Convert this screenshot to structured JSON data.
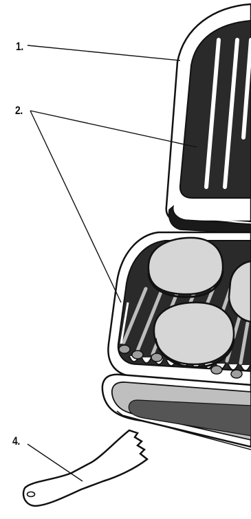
{
  "callouts": [
    {
      "label": "1.",
      "part": "lid"
    },
    {
      "label": "2.",
      "part": "grill-plates"
    },
    {
      "label": "4.",
      "part": "spatula"
    }
  ],
  "colors": {
    "line": "#111111",
    "plate": "#2a2a2a",
    "burger": "#d6d6d6",
    "housing": "#ffffff",
    "tray_inner": "#bfbfbf",
    "tray_slot": "#555555"
  },
  "icons": {
    "appliance": "contact-grill-illustration",
    "tool": "spatula-illustration"
  }
}
